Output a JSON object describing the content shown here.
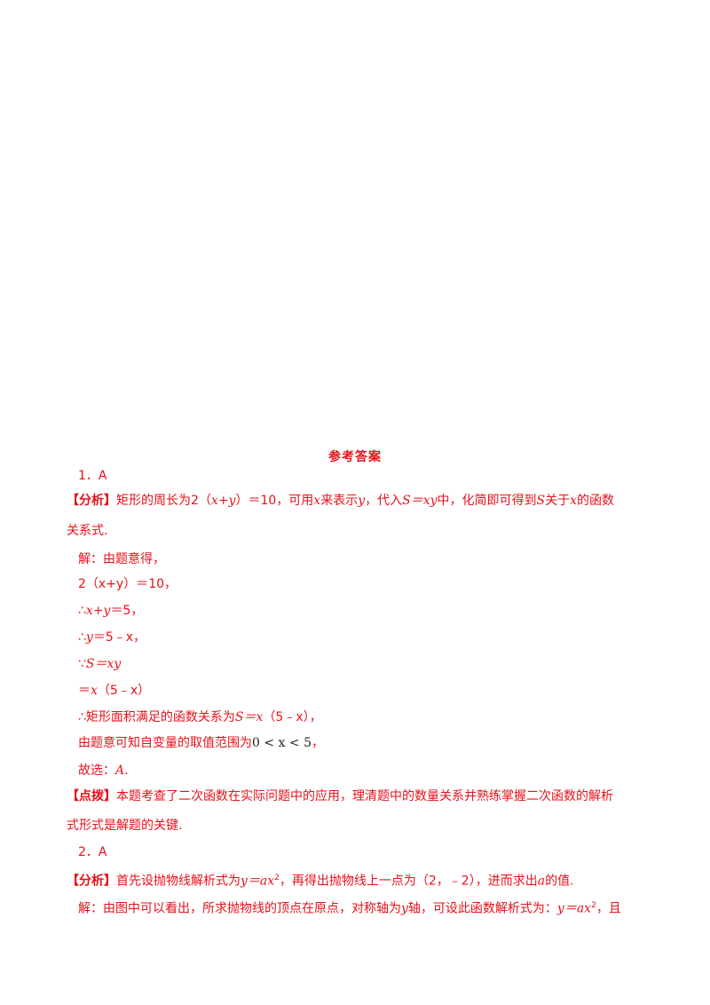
{
  "title": "参考答案",
  "q1": {
    "num": "1．A",
    "analysis_tag": "【分析】",
    "analysis_l1_pre": "矩形的周长为2（",
    "analysis_xy": "x+y",
    "analysis_l1_mid": "）＝10，可用",
    "analysis_x": "x",
    "analysis_l1_mid2": "来表示",
    "analysis_y": "y",
    "analysis_l1_mid3": "，代入",
    "analysis_S": "S＝xy",
    "analysis_l1_mid4": "中，化简即可得到",
    "analysis_S2": "S",
    "analysis_l1_mid5": "关于",
    "analysis_x2": "x",
    "analysis_l1_end": "的函数",
    "analysis_l2": "关系式.",
    "sol_intro": "解：由题意得，",
    "step1": "2（x+y）＝10，",
    "step2_pre": "∴",
    "step2_expr": "x+y",
    "step2_end": "＝5，",
    "step3_pre": "∴",
    "step3_y": "y",
    "step3_end": "＝5﹣x，",
    "step4_pre": "∵",
    "step4_expr": "S＝xy",
    "step5_pre": "＝",
    "step5_x": "x",
    "step5_end": "（5﹣x）",
    "step6_pre": "∴矩形面积满足的函数关系为",
    "step6_S": "S＝x",
    "step6_end": "（5﹣x），",
    "step7_pre": "由题意可知自变量的取值范围为",
    "step7_ineq": "0 < x < 5",
    "step7_end": "，",
    "choice_pre": "故选：",
    "choice": "A",
    "choice_end": ".",
    "tip_tag": "【点拨】",
    "tip_l1": "本题考查了二次函数在实际问题中的应用，理清题中的数量关系并熟练掌握二次函数的解析",
    "tip_l2": "式形式是解题的关键."
  },
  "q2": {
    "num": "2．A",
    "analysis_tag": "【分析】",
    "analysis_pre": "首先设抛物线解析式为",
    "analysis_eq": "y＝ax",
    "analysis_sup": "2",
    "analysis_mid": "，再得出抛物线上一点为（2，﹣2），进而求出",
    "analysis_a": "a",
    "analysis_end": "的值.",
    "sol_pre": "解：由图中可以看出，所求抛物线的顶点在原点，对称轴为",
    "sol_y": "y",
    "sol_mid": "轴，可设此函数解析式为：",
    "sol_eq": "y＝ax",
    "sol_sup": "2",
    "sol_end": "，且"
  }
}
